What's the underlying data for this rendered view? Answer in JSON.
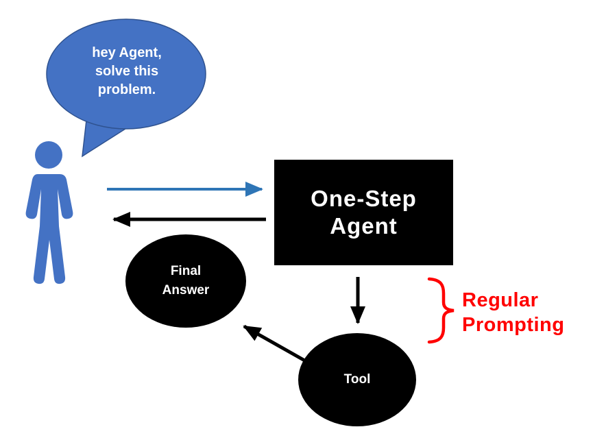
{
  "colors": {
    "bubble_fill": "#4472C4",
    "bubble_stroke": "#2F528F",
    "person": "#4472C4",
    "request_arrow_blue": "#2E75B6",
    "arrow_black": "#000000",
    "shape_black": "#000000",
    "annotation_red": "#FF0000",
    "text_white": "#FFFFFF"
  },
  "speech_bubble": {
    "lines": [
      "hey Agent,",
      "solve this",
      "problem."
    ]
  },
  "agent_box": {
    "lines": [
      "One-Step",
      "Agent"
    ]
  },
  "final_answer_node": {
    "lines": [
      "Final",
      "Answer"
    ]
  },
  "tool_node": {
    "label": "Tool"
  },
  "annotation": {
    "lines": [
      "Regular",
      "Prompting"
    ]
  }
}
